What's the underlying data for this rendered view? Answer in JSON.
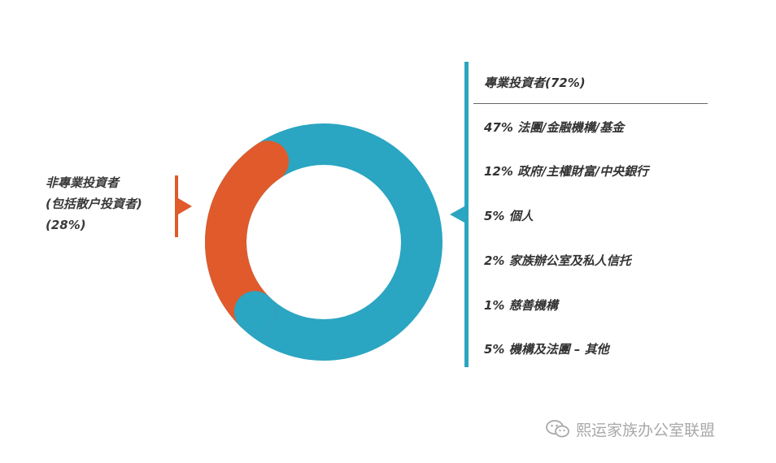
{
  "chart_data": {
    "type": "donut",
    "series": [
      {
        "name": "非專業投資者",
        "value": 28,
        "color": "#e05a2b",
        "label_lines": [
          "非專業投資者",
          "(包括散户投資者)",
          "(28%)"
        ]
      },
      {
        "name": "專業投資者",
        "value": 72,
        "color": "#2aa5c2",
        "header": "專業投資者(72%)",
        "breakdown": [
          "47% 法團/金融機構/基金",
          "12% 政府/主權財富/中央銀行",
          "5% 個人",
          "2% 家族辦公室及私人信托",
          "1% 慈善機構",
          "5% 機構及法團 – 其他"
        ]
      }
    ]
  },
  "watermark": {
    "icon": "wechat-icon",
    "text": "熙运家族办公室联盟"
  },
  "colors": {
    "orange": "#e05a2b",
    "blue": "#2aa5c2",
    "text": "#333333",
    "watermark": "#a8a8a8"
  }
}
